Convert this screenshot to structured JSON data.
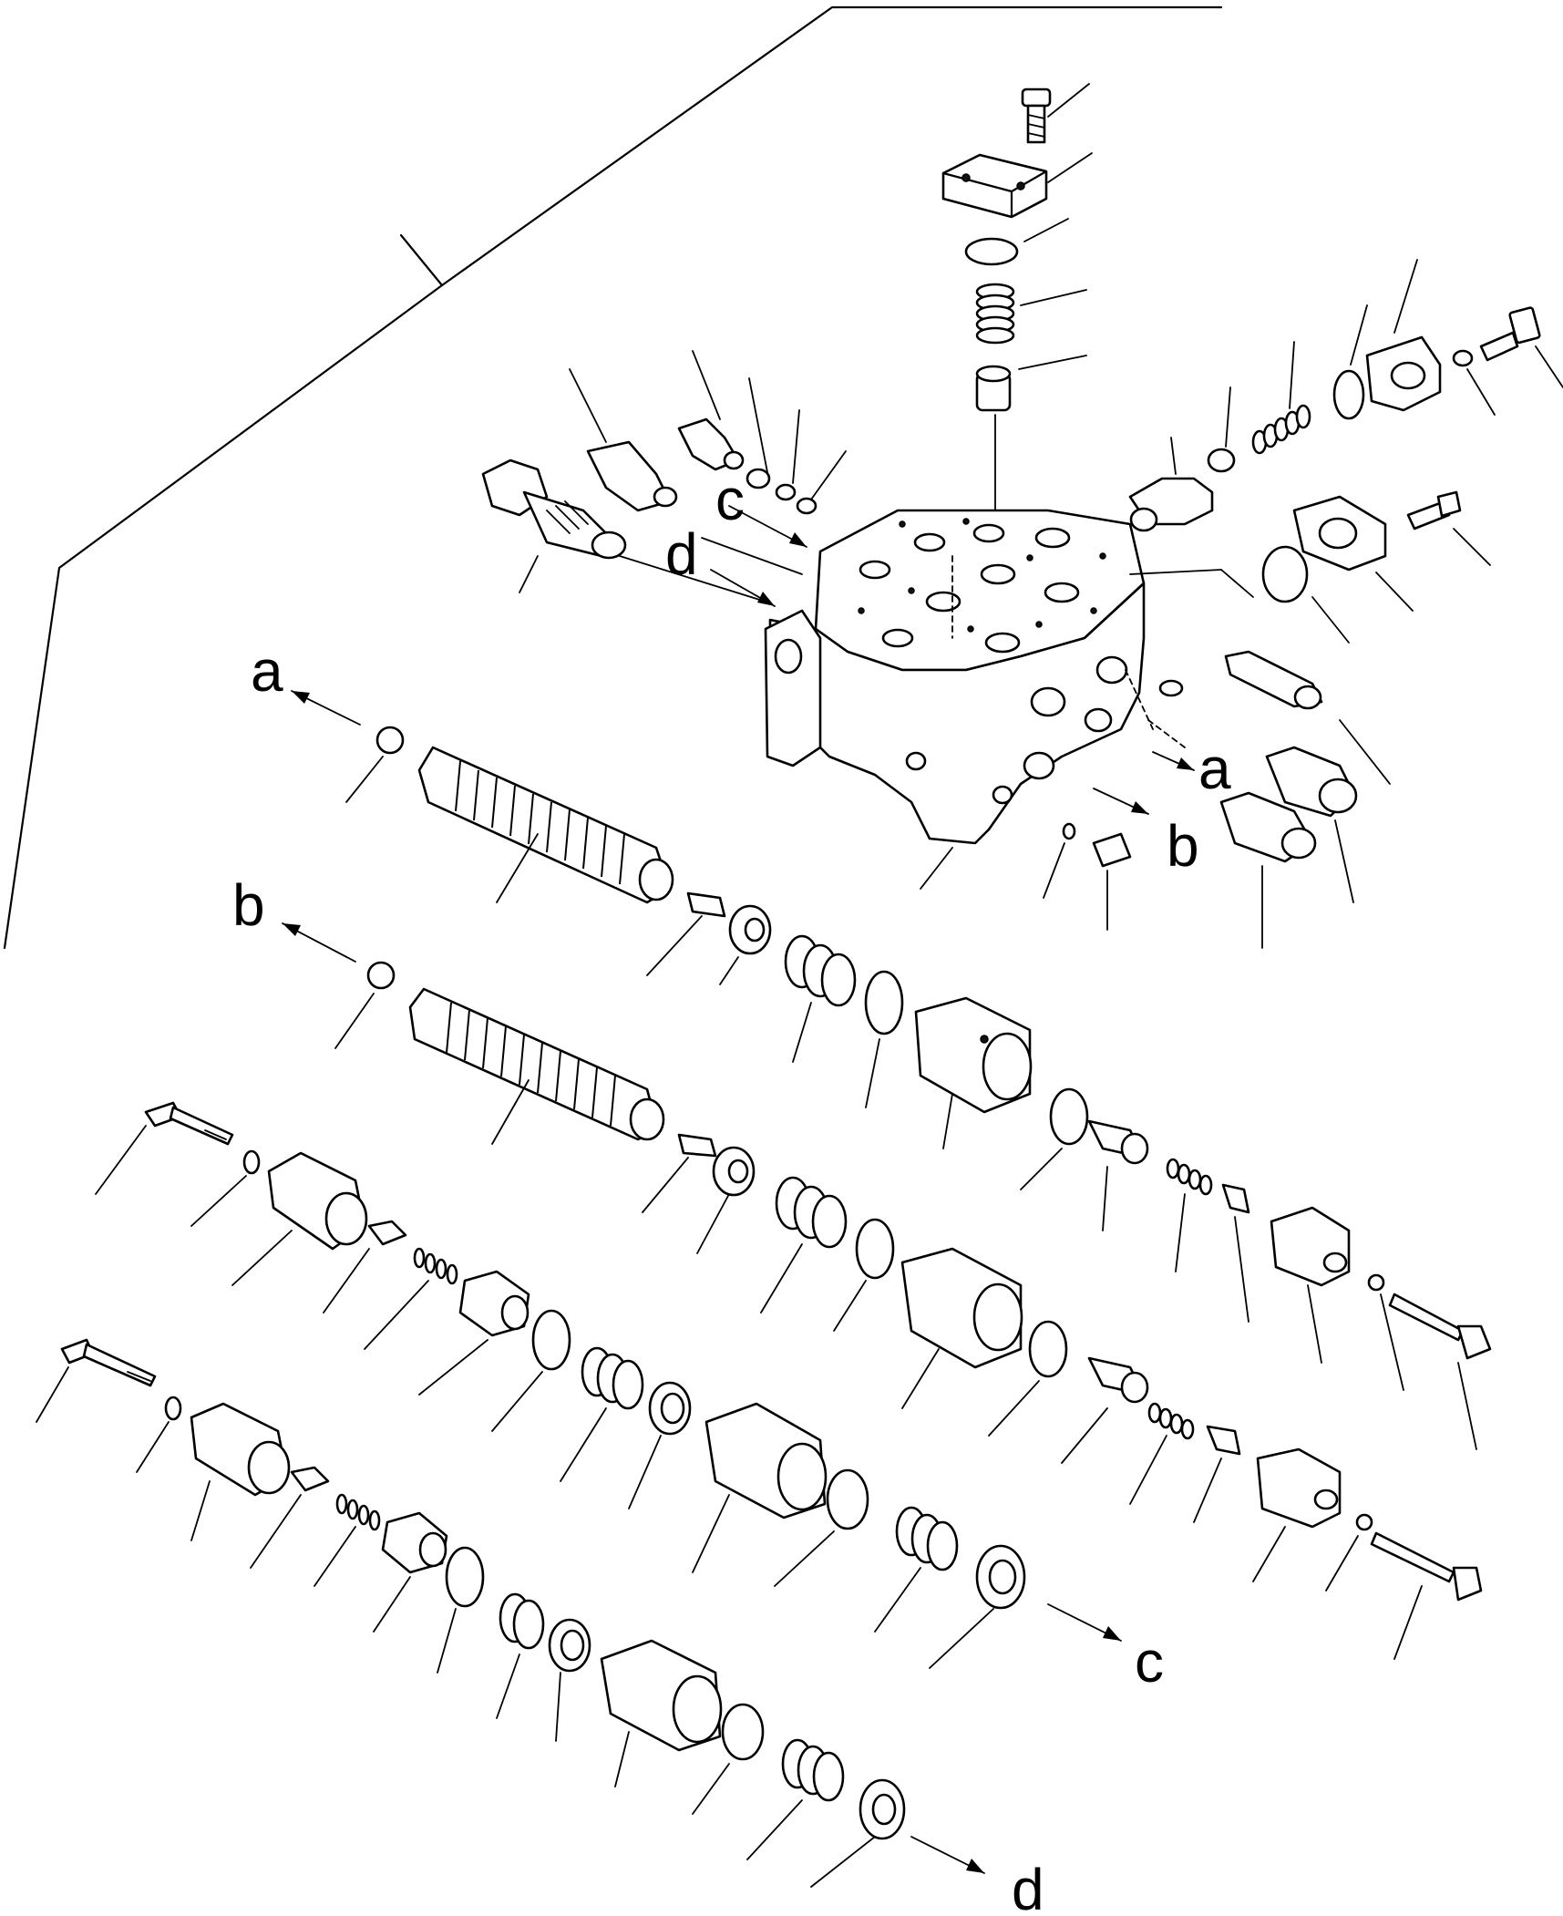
{
  "diagram": {
    "connector_labels": {
      "a_left": "a",
      "b_left": "b",
      "c_top": "c",
      "d_top": "d",
      "a_right": "a",
      "b_right": "b",
      "c_bottom": "c",
      "d_bottom": "d"
    }
  }
}
